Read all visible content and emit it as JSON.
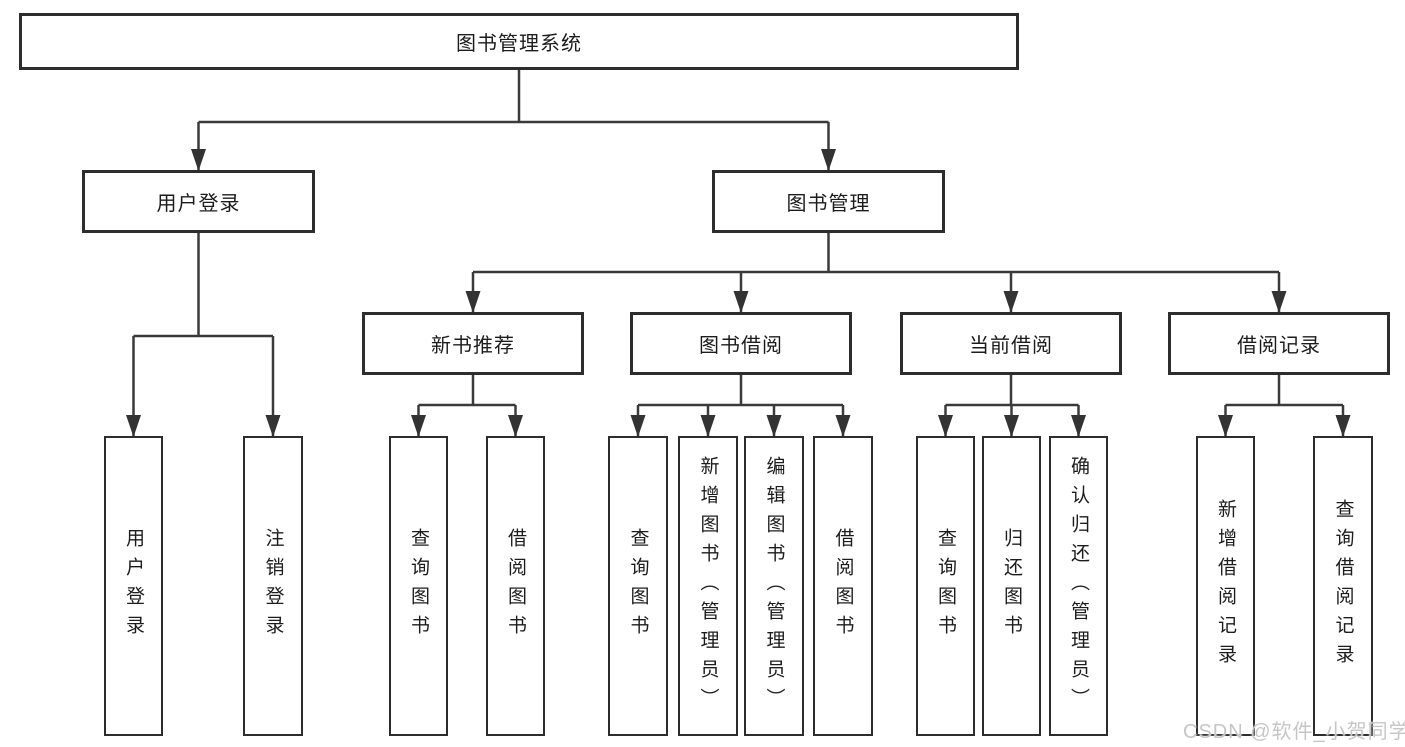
{
  "diagram": {
    "title": "图书管理系统",
    "level1": {
      "user_login": "用户登录",
      "book_management": "图书管理"
    },
    "level2": {
      "new_book_recommend": "新书推荐",
      "book_borrow": "图书借阅",
      "current_borrow": "当前借阅",
      "borrow_record": "借阅记录"
    },
    "leaves": {
      "user_login": [
        "用户登录",
        "注销登录"
      ],
      "new_book_recommend": [
        "查询图书",
        "借阅图书"
      ],
      "book_borrow": [
        "查询图书",
        "新增图书（管理员）",
        "编辑图书（管理员）",
        "借阅图书"
      ],
      "current_borrow": [
        "查询图书",
        "归还图书",
        "确认归还（管理员）"
      ],
      "borrow_record": [
        "新增借阅记录",
        "查询借阅记录"
      ]
    }
  },
  "watermark": "CSDN @软件_小贺同学",
  "colors": {
    "background": "#ffffff",
    "box_border": "#2d2d2d",
    "line": "#3a3a3a",
    "text": "#1c1c1c",
    "watermark": "#c6c6c6"
  }
}
